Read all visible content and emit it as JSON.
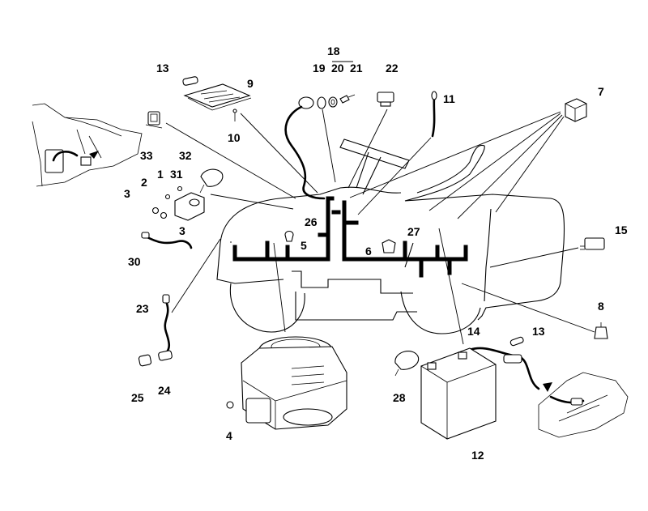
{
  "callouts": [
    {
      "id": "c13a",
      "text": "13"
    },
    {
      "id": "c9",
      "text": "9"
    },
    {
      "id": "c10",
      "text": "10"
    },
    {
      "id": "c18",
      "text": "18"
    },
    {
      "id": "c19",
      "text": "19"
    },
    {
      "id": "c20",
      "text": "20"
    },
    {
      "id": "c21",
      "text": "21"
    },
    {
      "id": "c22",
      "text": "22"
    },
    {
      "id": "c11",
      "text": "11"
    },
    {
      "id": "c7",
      "text": "7"
    },
    {
      "id": "c33",
      "text": "33"
    },
    {
      "id": "c32",
      "text": "32"
    },
    {
      "id": "c1",
      "text": "1"
    },
    {
      "id": "c31",
      "text": "31"
    },
    {
      "id": "c2",
      "text": "2"
    },
    {
      "id": "c3a",
      "text": "3"
    },
    {
      "id": "c3b",
      "text": "3"
    },
    {
      "id": "c30",
      "text": "30"
    },
    {
      "id": "c26",
      "text": "26"
    },
    {
      "id": "c5",
      "text": "5"
    },
    {
      "id": "c6",
      "text": "6"
    },
    {
      "id": "c27",
      "text": "27"
    },
    {
      "id": "c15",
      "text": "15"
    },
    {
      "id": "c8",
      "text": "8"
    },
    {
      "id": "c23",
      "text": "23"
    },
    {
      "id": "c14",
      "text": "14"
    },
    {
      "id": "c13b",
      "text": "13"
    },
    {
      "id": "c25",
      "text": "25"
    },
    {
      "id": "c24",
      "text": "24"
    },
    {
      "id": "c28",
      "text": "28"
    },
    {
      "id": "c4",
      "text": "4"
    },
    {
      "id": "c12",
      "text": "12"
    }
  ]
}
